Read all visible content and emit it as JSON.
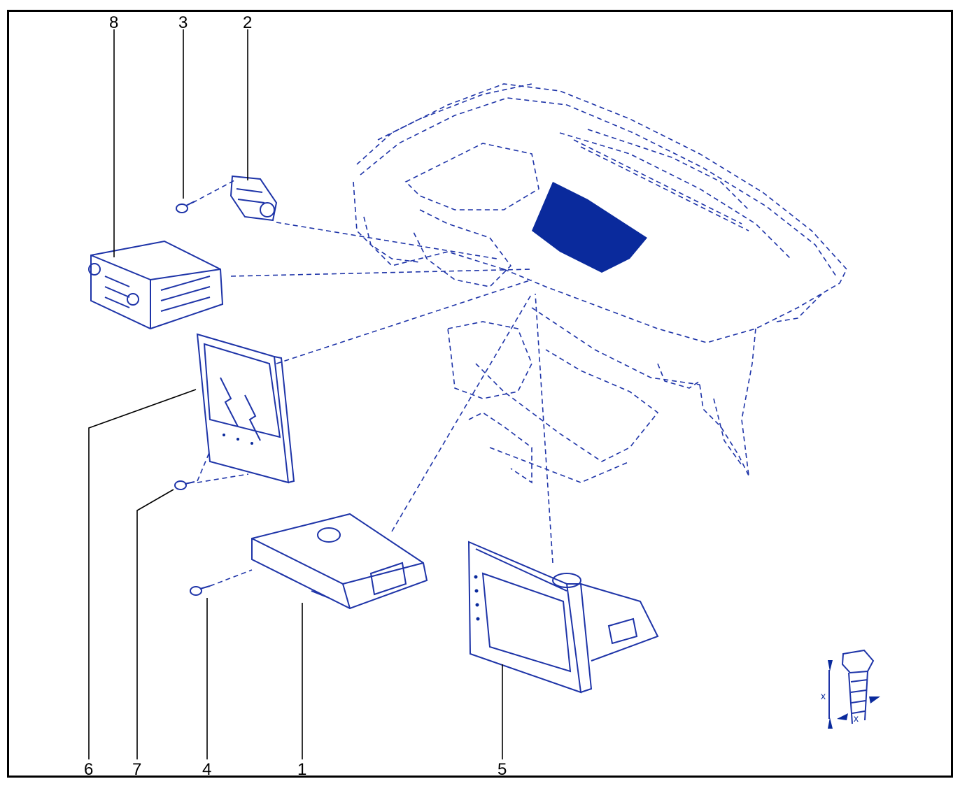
{
  "callouts": {
    "c1": "1",
    "c2": "2",
    "c3": "3",
    "c4": "4",
    "c5": "5",
    "c6": "6",
    "c7": "7",
    "c8": "8"
  },
  "torque_symbol": {
    "x_label_vertical": "x",
    "x_label_horizontal": "x"
  },
  "colors": {
    "line": "#1e34a8",
    "fill": "#0a2a9c",
    "frame": "#000000"
  }
}
